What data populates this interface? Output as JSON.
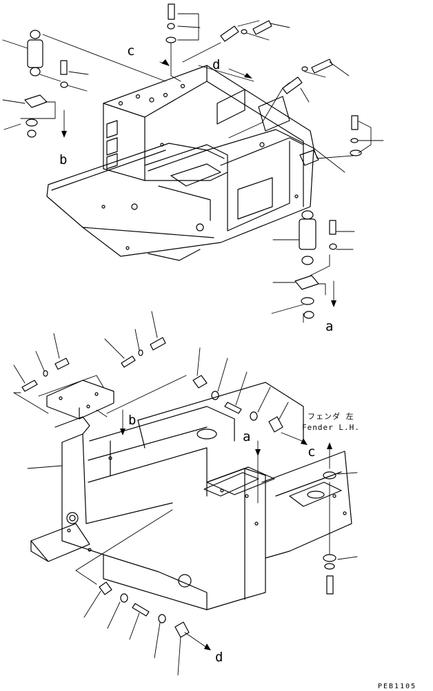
{
  "labels": {
    "a_top": "a",
    "b_top": "b",
    "c_top": "c",
    "d_top": "d",
    "a_bottom": "a",
    "b_bottom": "b",
    "c_bottom": "c",
    "d_bottom": "d"
  },
  "fender_note": {
    "jp": "フェンダ 左",
    "en": "Fender L.H."
  },
  "drawing_code": "PEB1105"
}
